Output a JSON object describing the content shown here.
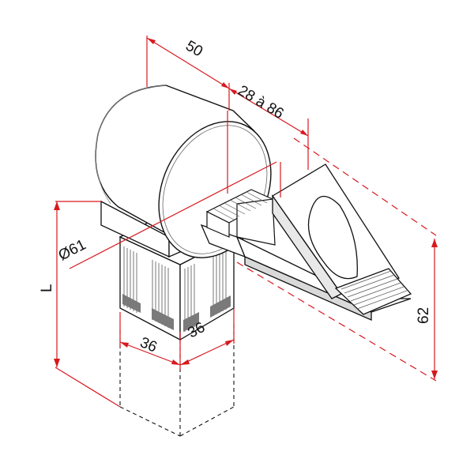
{
  "colors": {
    "dimension": "#d7191f",
    "outline": "#111111",
    "fill": "#ffffff",
    "shade": "#6f6f6f"
  },
  "dimensions": {
    "width_top": "50",
    "clamp_range": "28 à 86",
    "diameter": "Ø61",
    "length": "L",
    "height": "62",
    "section_left": "36",
    "section_right": "36"
  }
}
